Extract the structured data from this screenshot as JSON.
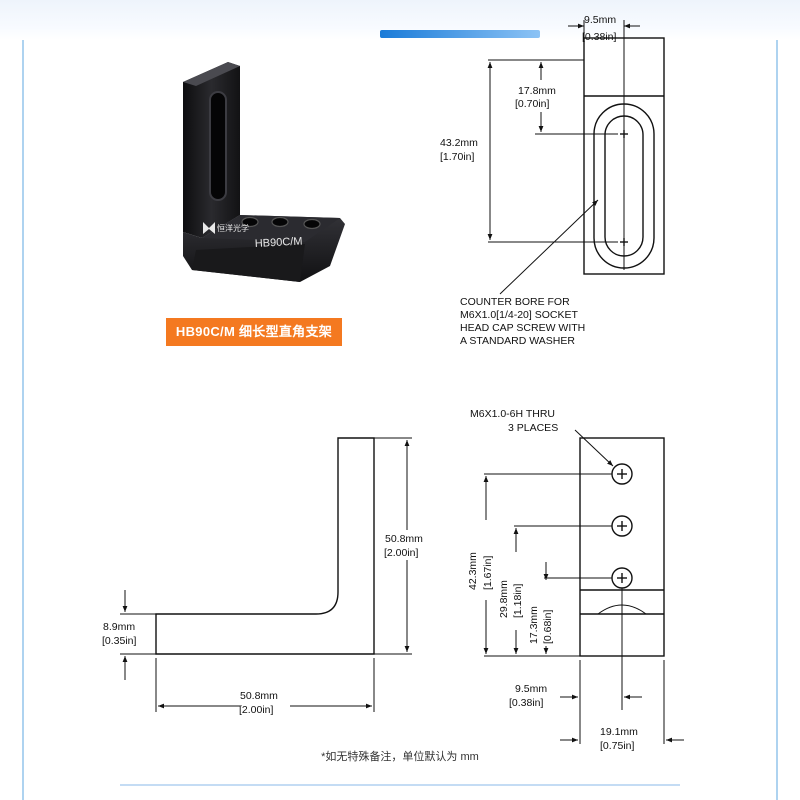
{
  "product": {
    "model_label": "HB90C/M",
    "brand_name": "恒洋光学",
    "caption": "HB90C/M 细长型直角支架"
  },
  "top_view": {
    "width_mm": "9.5mm",
    "width_in": "[0.38in]",
    "offset_mm": "17.8mm",
    "offset_in": "[0.70in]",
    "height_mm": "43.2mm",
    "height_in": "[1.70in]",
    "note_lines": [
      "COUNTER BORE FOR",
      "M6X1.0[1/4-20] SOCKET",
      "HEAD CAP SCREW WITH",
      "A STANDARD WASHER"
    ]
  },
  "side_view": {
    "height_mm": "50.8mm",
    "height_in": "[2.00in]",
    "thickness_mm": "8.9mm",
    "thickness_in": "[0.35in]",
    "length_mm": "50.8mm",
    "length_in": "[2.00in]"
  },
  "front_view": {
    "hole_note_lines": [
      "M6X1.0-6H THRU",
      "3 PLACES"
    ],
    "d1_mm": "42.3mm",
    "d1_in": "[1.67in]",
    "d2_mm": "29.8mm",
    "d2_in": "[1.18in]",
    "d3_mm": "17.3mm",
    "d3_in": "[0.68in]",
    "bottom_mm": "9.5mm",
    "bottom_in": "[0.38in]",
    "width_mm": "19.1mm",
    "width_in": "[0.75in]"
  },
  "footnote": "*如无特殊备注，单位默认为 mm",
  "colors": {
    "caption_bg": "#f47920",
    "accent_blue": "#1a7bd8",
    "part_black": "#1b1b1d"
  }
}
